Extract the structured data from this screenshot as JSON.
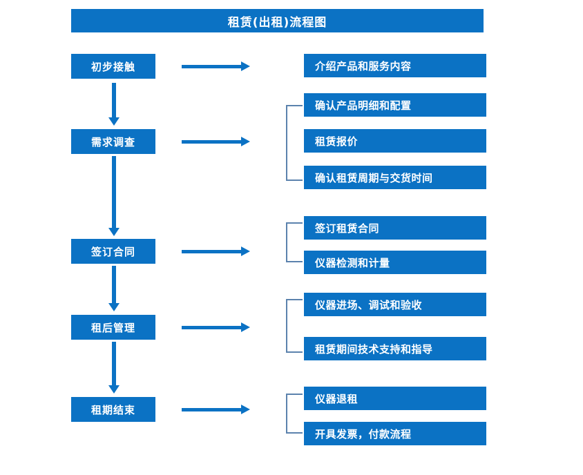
{
  "diagram": {
    "title": "租赁(出租)流程图",
    "accent_color": "#0b72c4",
    "bracket_color": "#5b82ad",
    "text_color": "#ffffff",
    "background_color": "#ffffff"
  },
  "stages": [
    {
      "label": "初步接触"
    },
    {
      "label": "需求调查"
    },
    {
      "label": "签订合同"
    },
    {
      "label": "租后管理"
    },
    {
      "label": "租期结束"
    }
  ],
  "details": [
    {
      "label": "介绍产品和服务内容"
    },
    {
      "label": "确认产品明细和配置"
    },
    {
      "label": "租赁报价"
    },
    {
      "label": "确认租赁周期与交货时间"
    },
    {
      "label": "签订租赁合同"
    },
    {
      "label": "仪器检测和计量"
    },
    {
      "label": "仪器进场、调试和验收"
    },
    {
      "label": "租赁期间技术支持和指导"
    },
    {
      "label": "仪器退租"
    },
    {
      "label": "开具发票，付款流程"
    }
  ],
  "groups": [
    {
      "stage": "需求调查",
      "details": [
        "确认产品明细和配置",
        "租赁报价",
        "确认租赁周期与交货时间"
      ]
    },
    {
      "stage": "签订合同",
      "details": [
        "签订租赁合同",
        "仪器检测和计量"
      ]
    },
    {
      "stage": "租后管理",
      "details": [
        "仪器进场、调试和验收",
        "租赁期间技术支持和指导"
      ]
    },
    {
      "stage": "租期结束",
      "details": [
        "仪器退租",
        "开具发票，付款流程"
      ]
    }
  ],
  "connectors": {
    "horizontal_arrow_label": "流向箭头",
    "vertical_arrow_label": "顺序箭头"
  }
}
